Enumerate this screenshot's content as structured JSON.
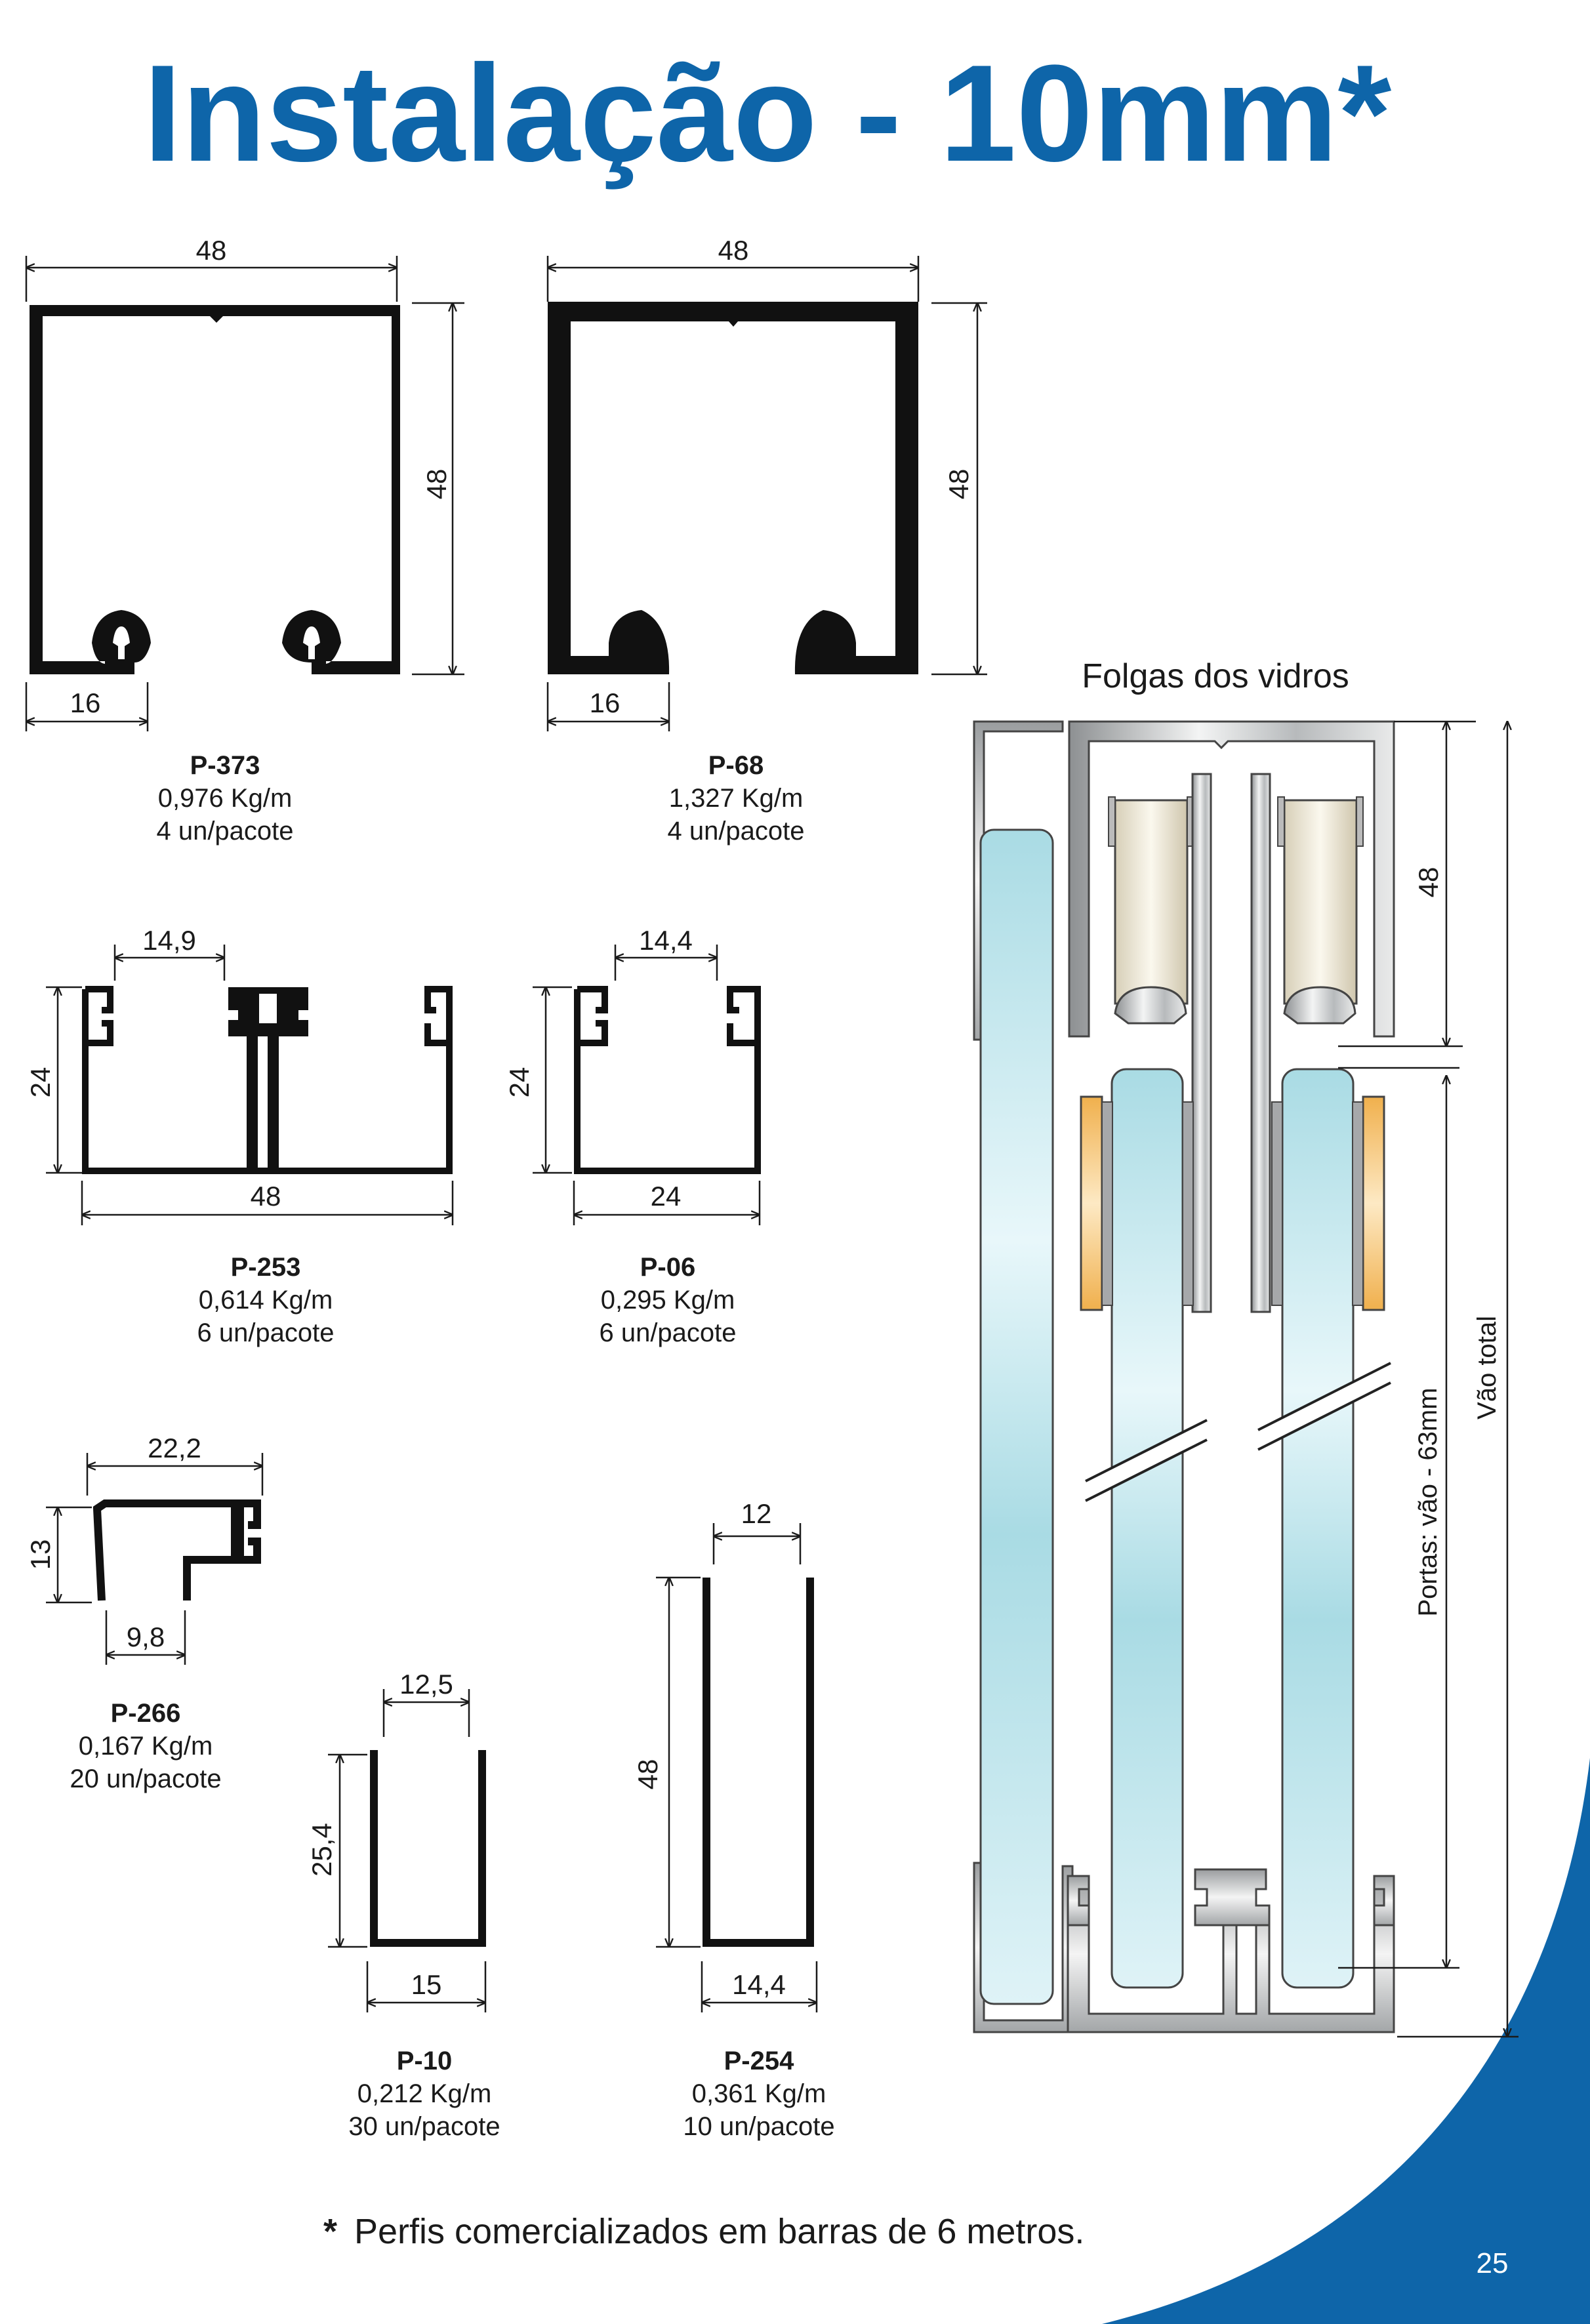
{
  "page": {
    "title": "Instalação - 10mm*",
    "footnote_star": "*",
    "footnote": "Perfis comercializados em barras de 6 metros.",
    "page_number": "25"
  },
  "colors": {
    "title_blue": "#0e65a9",
    "corner_blue": "#0e65a9",
    "glass": "#b8e3ea",
    "roller_tan": "#f3b85a"
  },
  "profiles": {
    "p373": {
      "code": "P-373",
      "weight": "0,976 Kg/m",
      "pack": "4 un/pacote",
      "dim_width": "48",
      "dim_height": "48",
      "dim_slot": "16"
    },
    "p68": {
      "code": "P-68",
      "weight": "1,327 Kg/m",
      "pack": "4 un/pacote",
      "dim_width": "48",
      "dim_height": "48",
      "dim_slot": "16"
    },
    "p253": {
      "code": "P-253",
      "weight": "0,614 Kg/m",
      "pack": "6 un/pacote",
      "dim_top": "14,9",
      "dim_height": "24",
      "dim_width": "48"
    },
    "p06": {
      "code": "P-06",
      "weight": "0,295 Kg/m",
      "pack": "6 un/pacote",
      "dim_top": "14,4",
      "dim_height": "24",
      "dim_width": "24"
    },
    "p266": {
      "code": "P-266",
      "weight": "0,167 Kg/m",
      "pack": "20 un/pacote",
      "dim_width": "22,2",
      "dim_height": "13",
      "dim_bottom": "9,8"
    },
    "p10": {
      "code": "P-10",
      "weight": "0,212 Kg/m",
      "pack": "30 un/pacote",
      "dim_top": "12,5",
      "dim_height": "25,4",
      "dim_width": "15"
    },
    "p254": {
      "code": "P-254",
      "weight": "0,361 Kg/m",
      "pack": "10 un/pacote",
      "dim_top": "12",
      "dim_height": "48",
      "dim_width": "14,4"
    }
  },
  "section": {
    "title": "Folgas dos vidros",
    "dim_top": "48",
    "dim_doors": "Portas: vão - 63mm",
    "dim_total": "Vão total"
  }
}
